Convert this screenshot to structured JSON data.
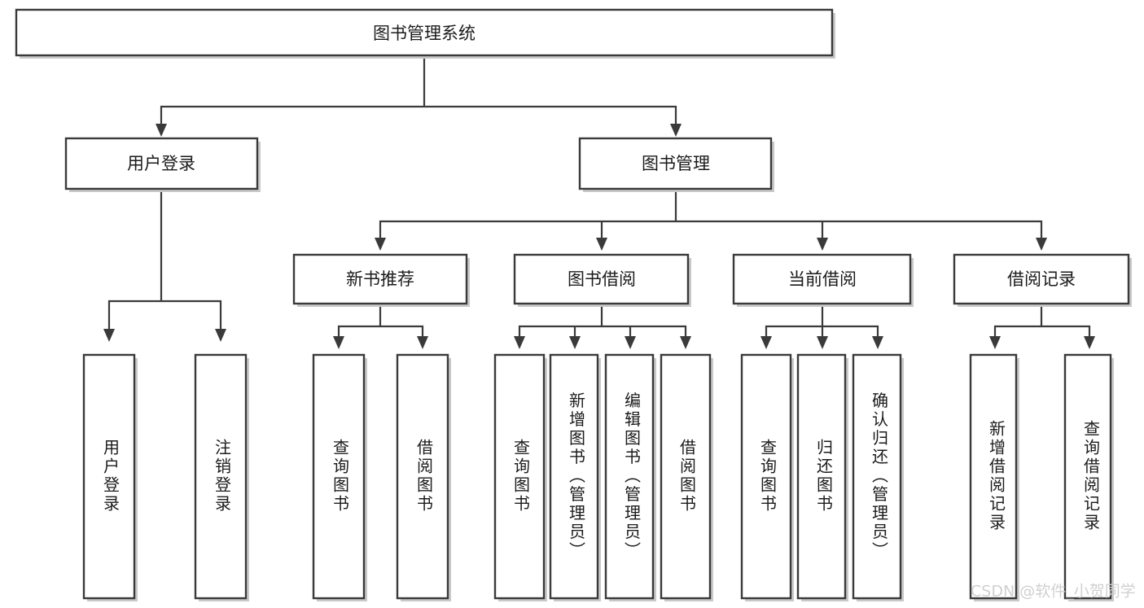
{
  "diagram": {
    "type": "tree",
    "title": "图书管理系统",
    "watermark": "CSDN @软件_小贺同学",
    "colors": {
      "box_stroke": "#3a3a3a",
      "box_fill": "#ffffff",
      "connector": "#3a3a3a",
      "text": "#1b1b1b",
      "watermark": "#d0d0d0",
      "background": "#ffffff"
    },
    "levels": {
      "root": "图书管理系统",
      "level1": [
        "用户登录",
        "图书管理"
      ],
      "level2": [
        "新书推荐",
        "图书借阅",
        "当前借阅",
        "借阅记录"
      ]
    },
    "nodes": {
      "root": {
        "label": "图书管理系统"
      },
      "user_login": {
        "label": "用户登录"
      },
      "book_manage": {
        "label": "图书管理"
      },
      "new_book_rec": {
        "label": "新书推荐"
      },
      "book_borrow": {
        "label": "图书借阅"
      },
      "current_borrow": {
        "label": "当前借阅"
      },
      "borrow_record": {
        "label": "借阅记录"
      },
      "leaf_1_1": {
        "label": "用户登录"
      },
      "leaf_1_2": {
        "label": "注销登录"
      },
      "leaf_2_1": {
        "label": "查询图书"
      },
      "leaf_2_2": {
        "label": "借阅图书"
      },
      "leaf_3_1": {
        "label": "查询图书"
      },
      "leaf_3_2": {
        "label": "新增图书（管理员）"
      },
      "leaf_3_3": {
        "label": "编辑图书（管理员）"
      },
      "leaf_3_4": {
        "label": "借阅图书"
      },
      "leaf_4_1": {
        "label": "查询图书"
      },
      "leaf_4_2": {
        "label": "归还图书"
      },
      "leaf_4_3": {
        "label": "确认归还（管理员）"
      },
      "leaf_5_1": {
        "label": "新增借阅记录"
      },
      "leaf_5_2": {
        "label": "查询借阅记录"
      }
    },
    "edges": [
      {
        "from": "图书管理系统",
        "to": "用户登录"
      },
      {
        "from": "图书管理系统",
        "to": "图书管理"
      },
      {
        "from": "用户登录",
        "to": "用户登录"
      },
      {
        "from": "用户登录",
        "to": "注销登录"
      },
      {
        "from": "图书管理",
        "to": "新书推荐"
      },
      {
        "from": "图书管理",
        "to": "图书借阅"
      },
      {
        "from": "图书管理",
        "to": "当前借阅"
      },
      {
        "from": "图书管理",
        "to": "借阅记录"
      },
      {
        "from": "新书推荐",
        "to": "查询图书"
      },
      {
        "from": "新书推荐",
        "to": "借阅图书"
      },
      {
        "from": "图书借阅",
        "to": "查询图书"
      },
      {
        "from": "图书借阅",
        "to": "新增图书（管理员）"
      },
      {
        "from": "图书借阅",
        "to": "编辑图书（管理员）"
      },
      {
        "from": "图书借阅",
        "to": "借阅图书"
      },
      {
        "from": "当前借阅",
        "to": "查询图书"
      },
      {
        "from": "当前借阅",
        "to": "归还图书"
      },
      {
        "from": "当前借阅",
        "to": "确认归还（管理员）"
      },
      {
        "from": "借阅记录",
        "to": "新增借阅记录"
      },
      {
        "from": "借阅记录",
        "to": "查询借阅记录"
      }
    ]
  }
}
